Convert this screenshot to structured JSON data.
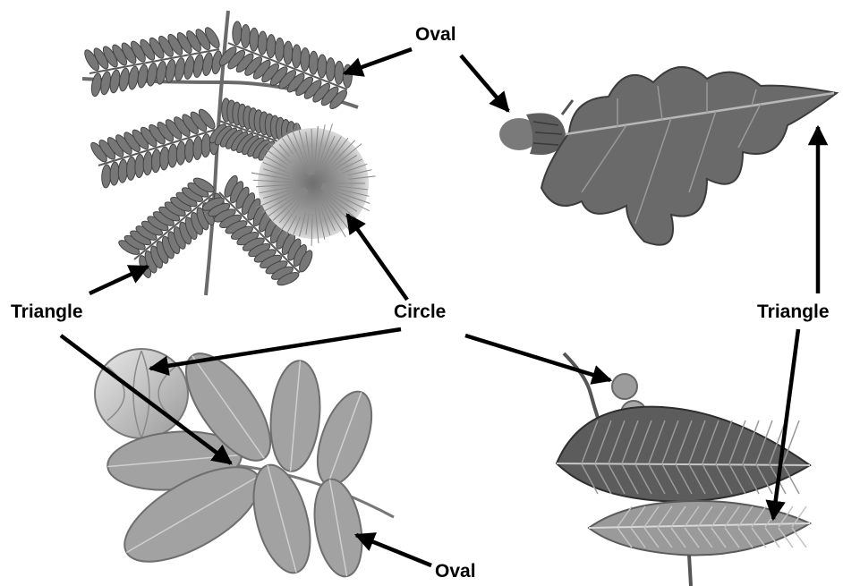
{
  "labels": {
    "oval_top": "Oval",
    "oval_bottom": "Oval",
    "circle": "Circle",
    "triangle_left": "Triangle",
    "triangle_right": "Triangle"
  },
  "specimens": [
    {
      "id": "mimosa-leaf",
      "icon": "pinnate-leaf-icon"
    },
    {
      "id": "mimosa-flower",
      "icon": "puffball-flower-icon"
    },
    {
      "id": "oak-leaf",
      "icon": "lobed-leaf-icon"
    },
    {
      "id": "acorn",
      "icon": "acorn-icon"
    },
    {
      "id": "hickory-leaf",
      "icon": "compound-leaf-icon"
    },
    {
      "id": "hickory-nut",
      "icon": "nut-icon"
    },
    {
      "id": "elm-leaves",
      "icon": "serrated-leaf-icon"
    },
    {
      "id": "elm-buds",
      "icon": "bud-cluster-icon"
    }
  ],
  "colors": {
    "ink": "#000000",
    "leaf_dark": "#5a5a5a",
    "leaf_mid": "#8a8a8a",
    "leaf_light": "#b4b4b4"
  }
}
